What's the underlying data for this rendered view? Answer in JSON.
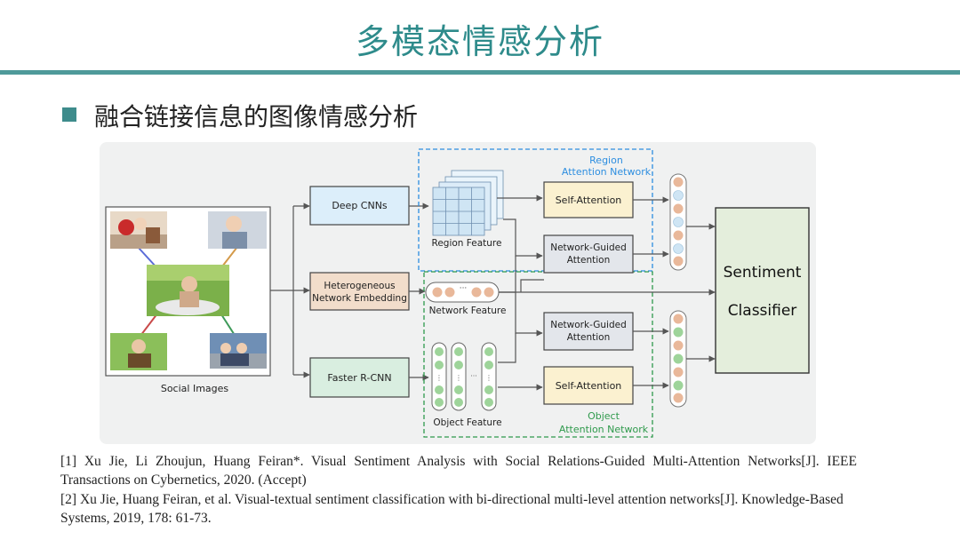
{
  "slide": {
    "title": "多模态情感分析",
    "subtitle": "融合链接信息的图像情感分析"
  },
  "diagram": {
    "social_images_label": "Social Images",
    "deep_cnns_label": "Deep CNNs",
    "heterogeneous_line1": "Heterogeneous",
    "heterogeneous_line2": "Network  Embedding",
    "faster_rcnn_label": "Faster R-CNN",
    "region_feature_label": "Region Feature",
    "network_feature_label": "Network Feature",
    "object_feature_label": "Object Feature",
    "region_network_line1": "Region",
    "region_network_line2": "Attention Network",
    "object_network_line1": "Object",
    "object_network_line2": "Attention Network",
    "self_attention_label": "Self-Attention",
    "network_guided_line1": "Network-Guided",
    "network_guided_line2": "Attention",
    "sentiment_line1": "Sentiment",
    "sentiment_line2": "Classifier",
    "ellipsis": "···",
    "vdots": "⋮",
    "colors": {
      "blue_box": "#dceefa",
      "orange_box": "#f2ddcb",
      "green_box": "#d9eee0",
      "yellow_box": "#fbf1d0",
      "gray_box": "#e3e6eb",
      "region_dash": "#2d8ee0",
      "object_dash": "#2f9a4c",
      "orange_node": "#e9b89a",
      "blue_node": "#cfe5f4",
      "green_node": "#9ed49a"
    }
  },
  "references": [
    "[1] Xu Jie, Li Zhoujun, Huang Feiran*. Visual Sentiment Analysis with Social Relations-Guided Multi-Attention Networks[J]. IEEE Transactions on Cybernetics, 2020. (Accept)",
    "[2] Xu Jie, Huang Feiran, et al. Visual-textual sentiment classification with bi-directional multi-level attention networks[J]. Knowledge-Based Systems, 2019, 178: 61-73."
  ]
}
